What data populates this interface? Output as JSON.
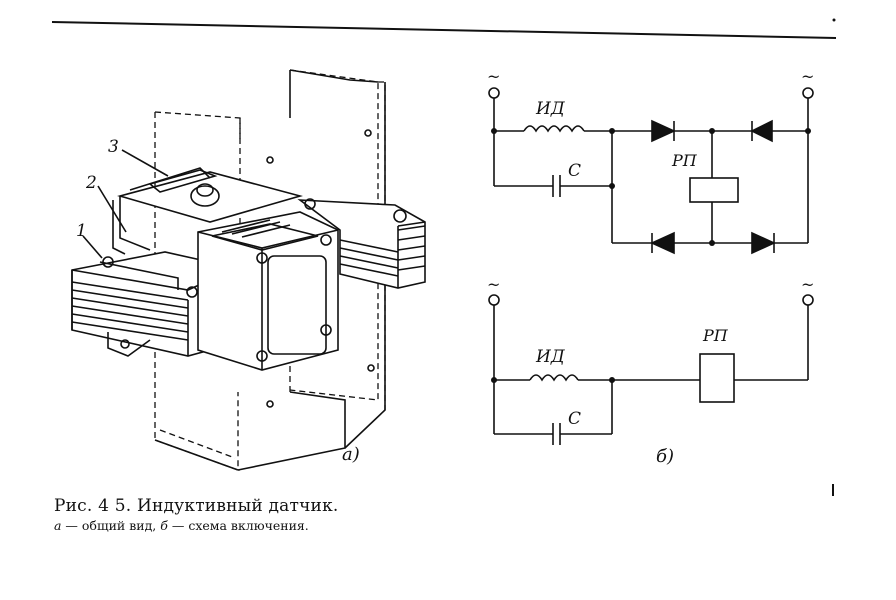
{
  "figure": {
    "caption_title": "Рис. 4 5. Индуктивный датчик.",
    "caption_legend_a": "а",
    "caption_legend_a_text": " — общий вид, ",
    "caption_legend_b": "б",
    "caption_legend_b_text": " — схема включения."
  },
  "drawing_a": {
    "part_labels": [
      "1",
      "2",
      "3"
    ],
    "panel_label": "а)"
  },
  "circuit_top": {
    "terminal_left": "~",
    "terminal_right": "~",
    "inductor_label": "ИД",
    "capacitor_label": "С",
    "relay_label": "РП"
  },
  "circuit_bottom": {
    "terminal_left": "~",
    "terminal_right": "~",
    "inductor_label": "ИД",
    "capacitor_label": "С",
    "relay_label": "РП",
    "panel_label": "б)"
  }
}
